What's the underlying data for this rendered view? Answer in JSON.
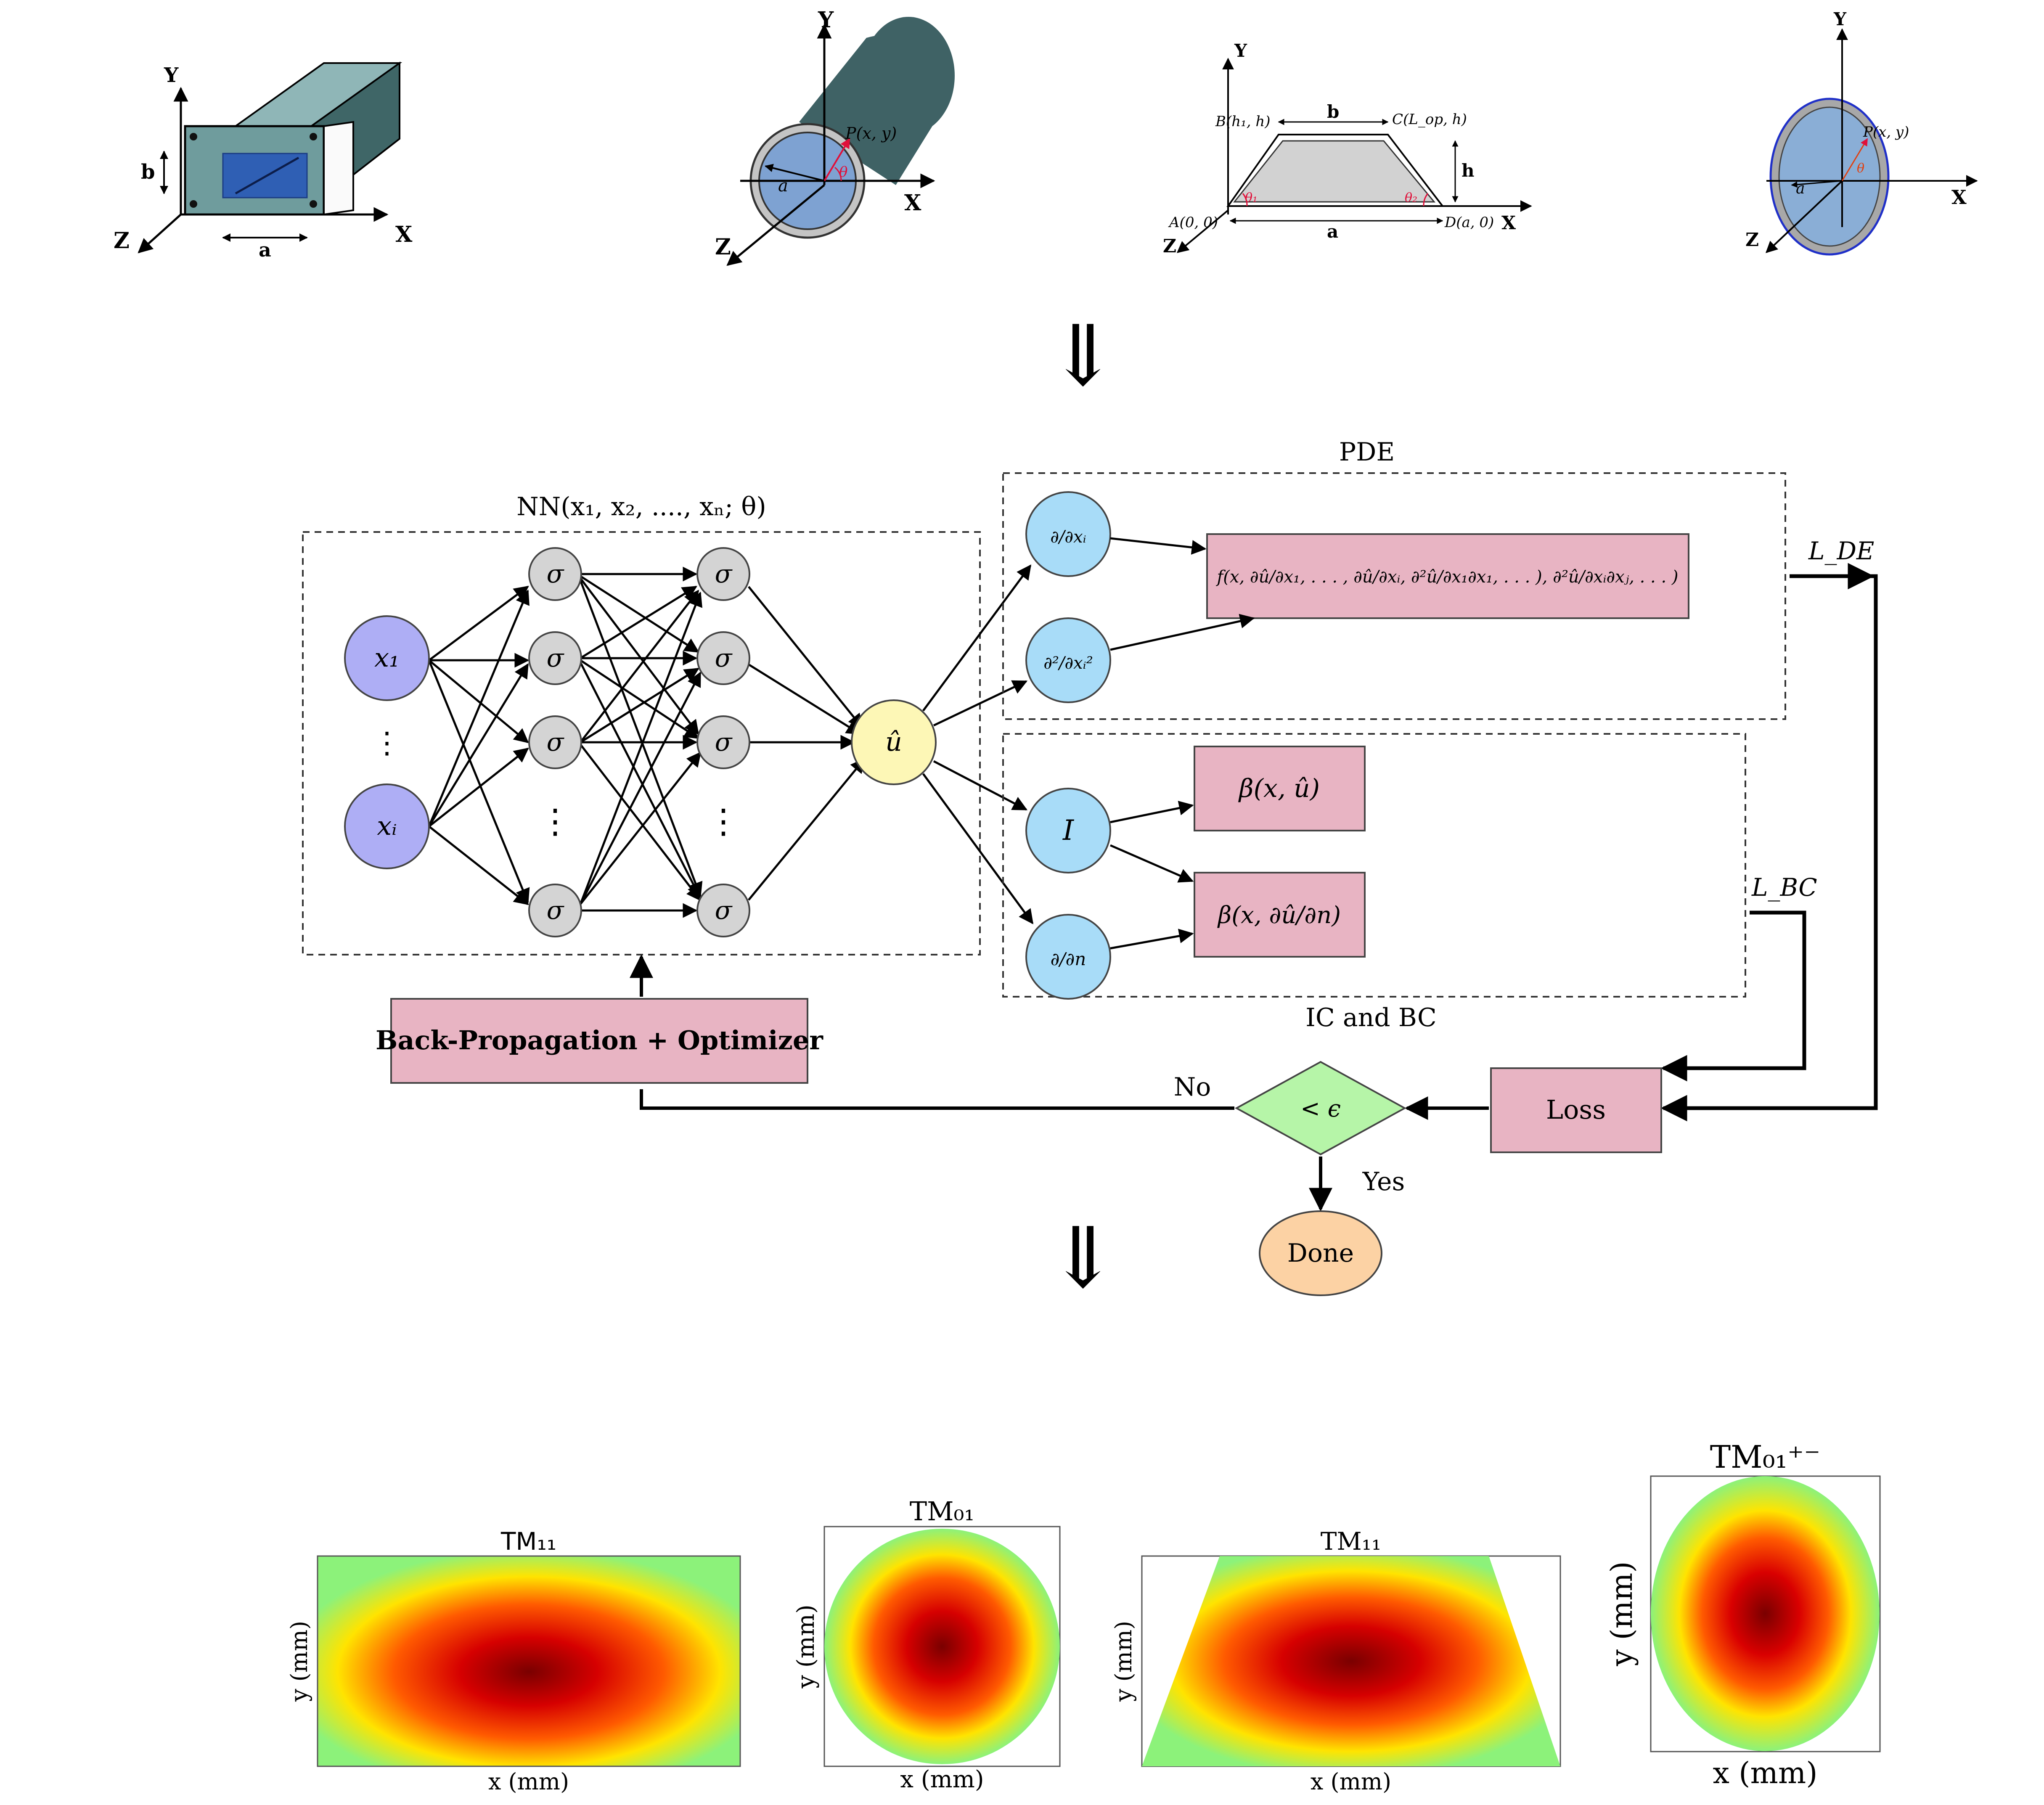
{
  "geometries": {
    "rectangular": {
      "x_axis": "X",
      "y_axis": "Y",
      "z_axis": "Z",
      "width_label": "a",
      "height_label": "b"
    },
    "circular": {
      "x_axis": "X",
      "y_axis": "Y",
      "z_axis": "Z",
      "radius_label": "a",
      "point_label": "P(x, y)",
      "angle_label": "θ"
    },
    "trapezoidal": {
      "x_axis": "X",
      "y_axis": "Y",
      "z_axis": "Z",
      "top_label": "b",
      "bottom_label": "a",
      "height_label": "h",
      "corner_a": "A(0, 0)",
      "corner_b": "B(h₁, h)",
      "corner_c": "C(L_op, h)",
      "corner_d": "D(a, 0)",
      "angle1": "θ₁",
      "angle2": "θ₂"
    },
    "elliptical": {
      "x_axis": "X",
      "y_axis": "Y",
      "z_axis": "Z",
      "radius_label": "a",
      "point_label": "P(x, y)",
      "angle_label": "θ"
    }
  },
  "flow_arrow": "⇓",
  "network": {
    "title": "NN(x₁, x₂, ...., xₙ; θ)",
    "input_nodes": [
      "x₁",
      "xᵢ"
    ],
    "input_dots": "⋮",
    "hidden_label": "σ",
    "hidden_dots": "⋮",
    "output_node": "û"
  },
  "pde": {
    "title": "PDE",
    "deriv_nodes": [
      "∂/∂xᵢ",
      "∂²/∂xᵢ²"
    ],
    "equation": "f(x, ∂û/∂x₁, . . . , ∂û/∂xᵢ, ∂²û/∂x₁∂x₁, . . . ), ∂²û/∂xᵢ∂xⱼ, . . . )",
    "loss_label": "L_DE"
  },
  "bc": {
    "title": "IC and BC",
    "nodes": [
      "I",
      "∂/∂n"
    ],
    "boxes": [
      "β(x, û)",
      "β(x, ∂û/∂n)"
    ],
    "loss_label": "L_BC"
  },
  "loop": {
    "backprop": "Back-Propagation + Optimizer",
    "loss": "Loss",
    "decision": "< ϵ",
    "no": "No",
    "yes": "Yes",
    "done": "Done"
  },
  "results": {
    "panels": [
      {
        "title": "TM₁₁",
        "xlabel": "x (mm)",
        "ylabel": "y (mm)"
      },
      {
        "title": "TM₀₁",
        "xlabel": "x (mm)",
        "ylabel": "y (mm)"
      },
      {
        "title": "TM₁₁",
        "xlabel": "x (mm)",
        "ylabel": "y (mm)"
      },
      {
        "title": "TM₀₁⁺⁻",
        "xlabel": "x (mm)",
        "ylabel": "y (mm)"
      }
    ]
  },
  "colors": {
    "node_input": "#aeaef5",
    "node_hidden": "#d4d4d4",
    "node_output": "#fdf7b6",
    "node_deriv": "#a8dcf8",
    "box_pink": "#e8b4c3",
    "diamond_green": "#b6f5a8",
    "done_orange": "#fcd2a4",
    "waveguide_teal": "#5f8d8f",
    "cylinder_dark": "#3f6265",
    "inner_blue": "#7ea2d2",
    "trap_gray": "#d2d2d2"
  }
}
